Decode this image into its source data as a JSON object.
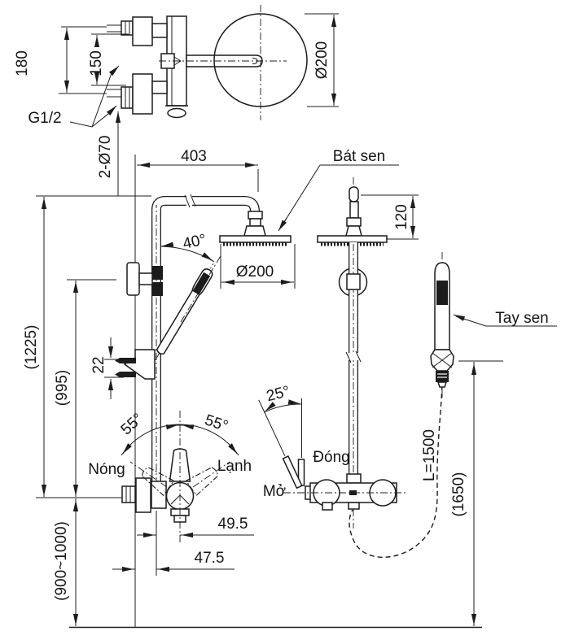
{
  "drawing": {
    "parts": {
      "shower_head": "Bát sen",
      "hand_shower": "Tay sen",
      "hot": "Nóng",
      "cold": "Lạnh",
      "closed": "Đóng",
      "open": "Mở"
    },
    "dimensions": {
      "d180": "180",
      "d150": "150",
      "thread": "G1/2",
      "top_diameter": "Ø200",
      "escutcheons": "2-Ø70",
      "d403": "403",
      "d120": "120",
      "a40": "40°",
      "head_diameter": "Ø200",
      "h1225": "(1225)",
      "h995": "(995)",
      "d22": "22",
      "a55_left": "55°",
      "a55_right": "55°",
      "a25": "25°",
      "hose_length": "L=1500",
      "h1650": "(1650)",
      "d49_5": "49.5",
      "d47_5": "47.5",
      "h900_1000": "(900~1000)"
    },
    "colors": {
      "line": "#1c1c1c",
      "background": "#ffffff"
    }
  }
}
